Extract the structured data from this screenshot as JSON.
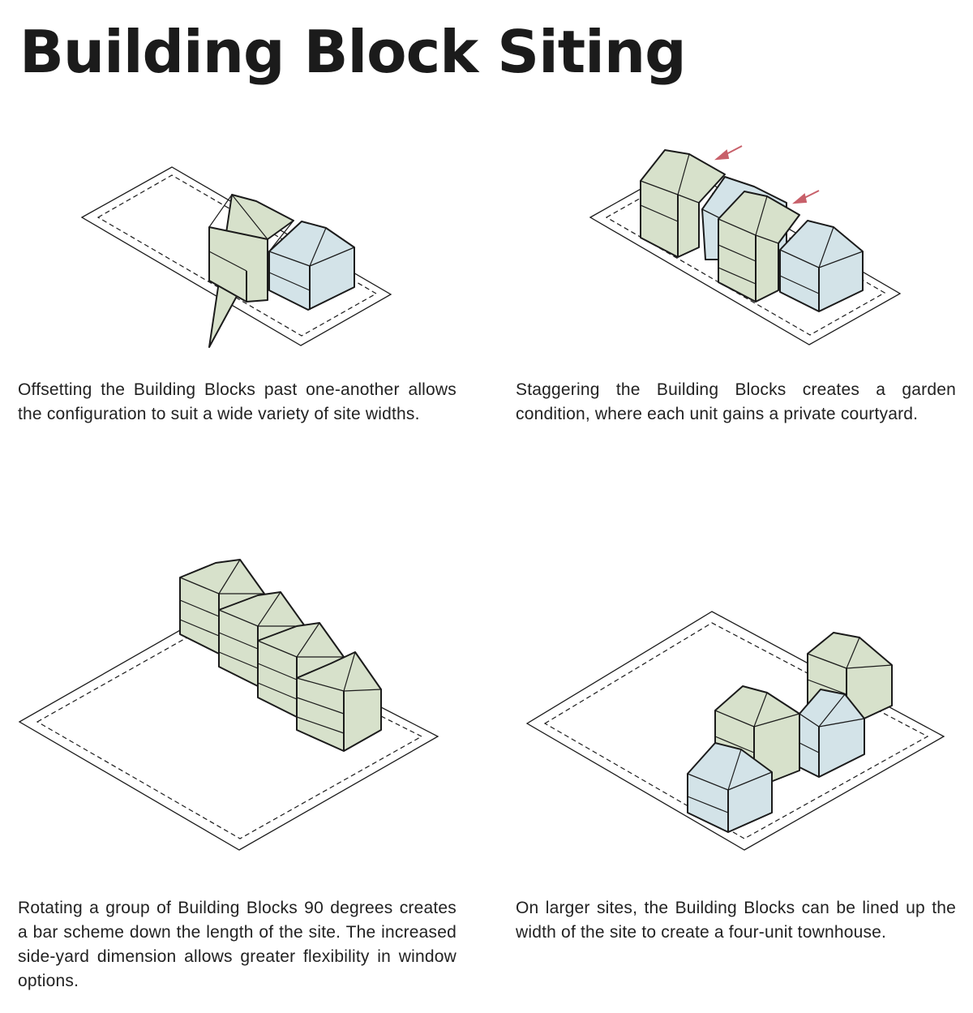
{
  "title": "Building Block Siting",
  "colors": {
    "green_block": "#d7e1cb",
    "blue_block": "#d3e3e8",
    "outline": "#1b1b1b",
    "arrow": "#c8606a"
  },
  "panels": [
    {
      "caption": "Offsetting the Building Blocks past one-another allows the configuration to suit a wide variety of site widths."
    },
    {
      "caption": "Staggering the Building Blocks creates a garden condition, where each unit gains a private courtyard."
    },
    {
      "caption": "Rotating a group of Building Blocks 90 degrees creates a bar scheme down the length of the site. The increased side-yard dimension allows greater flexibility in window options."
    },
    {
      "caption": "On larger sites, the Building Blocks can be lined up the width of the site to create a four-unit townhouse."
    }
  ]
}
